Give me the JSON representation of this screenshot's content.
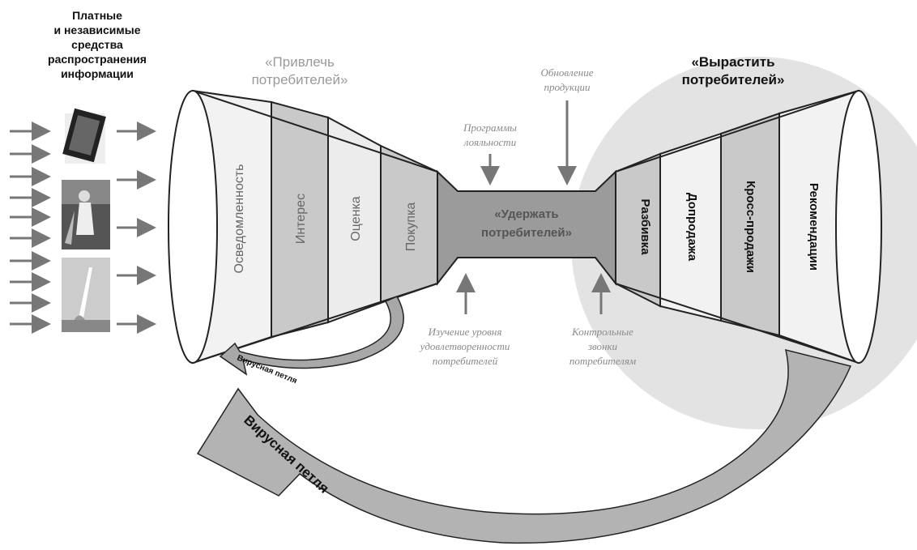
{
  "sources": {
    "title_lines": [
      "Платные",
      "и независимые",
      "средства",
      "распространения",
      "информации"
    ],
    "images": [
      "tablet-photo",
      "person-photo",
      "rocket-photo"
    ]
  },
  "attract": {
    "title_lines": [
      "«Привлечь",
      "потребителей»"
    ],
    "stages": [
      "Осведомленность",
      "Интерес",
      "Оценка",
      "Покупка"
    ]
  },
  "retain": {
    "title_lines": [
      "«Удержать",
      "потребителей»"
    ],
    "top_labels": [
      {
        "lines": [
          "Программы",
          "лояльности"
        ]
      },
      {
        "lines": [
          "Обновление",
          "продукции"
        ]
      }
    ],
    "bottom_labels": [
      {
        "lines": [
          "Изучение уровня",
          "удовлетворенности",
          "потребителей"
        ]
      },
      {
        "lines": [
          "Контрольные",
          "звонки",
          "потребителям"
        ]
      }
    ]
  },
  "grow": {
    "title_lines": [
      "«Вырастить",
      "потребителей»"
    ],
    "stages": [
      "Разбивка",
      "Допродажа",
      "Кросс-продажи",
      "Рекомендации"
    ]
  },
  "loops": {
    "small_label": "Вирусная петля",
    "large_label": "Вирусная петля"
  }
}
